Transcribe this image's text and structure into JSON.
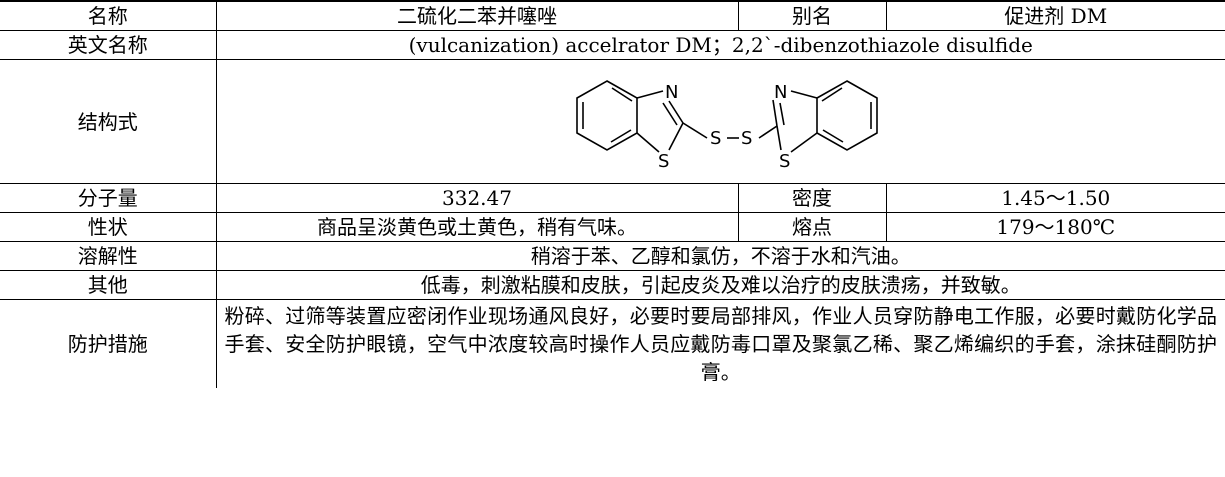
{
  "rows": {
    "name": {
      "label": "名称",
      "value": "二硫化二苯并噻唑",
      "alias_label": "别名",
      "alias_value": "促进剂 DM"
    },
    "english": {
      "label": "英文名称",
      "value": "(vulcanization) accelrator DM；2,2`-dibenzothiazole disulfide"
    },
    "structure": {
      "label": "结构式",
      "atoms": {
        "n": "N",
        "s": "S"
      }
    },
    "mw": {
      "label": "分子量",
      "value": "332.47",
      "density_label": "密度",
      "density_value": "1.45～1.50"
    },
    "appearance": {
      "label": "性状",
      "value": "商品呈淡黄色或土黄色，稍有气味。",
      "mp_label": "熔点",
      "mp_value": "179～180℃"
    },
    "solubility": {
      "label": "溶解性",
      "value": "稍溶于苯、乙醇和氯仿，不溶于水和汽油。"
    },
    "other": {
      "label": "其他",
      "value": "低毒，刺激粘膜和皮肤，引起皮炎及难以治疗的皮肤溃疡，并致敏。"
    },
    "protection": {
      "label": "防护措施",
      "value": "粉碎、过筛等装置应密闭作业现场通风良好，必要时要局部排风，作业人员穿防静电工作服，必要时戴防化学品手套、安全防护眼镜，空气中浓度较高时操作人员应戴防毒口罩及聚氯乙稀、聚乙烯编织的手套，涂抹硅酮防护膏。"
    }
  }
}
